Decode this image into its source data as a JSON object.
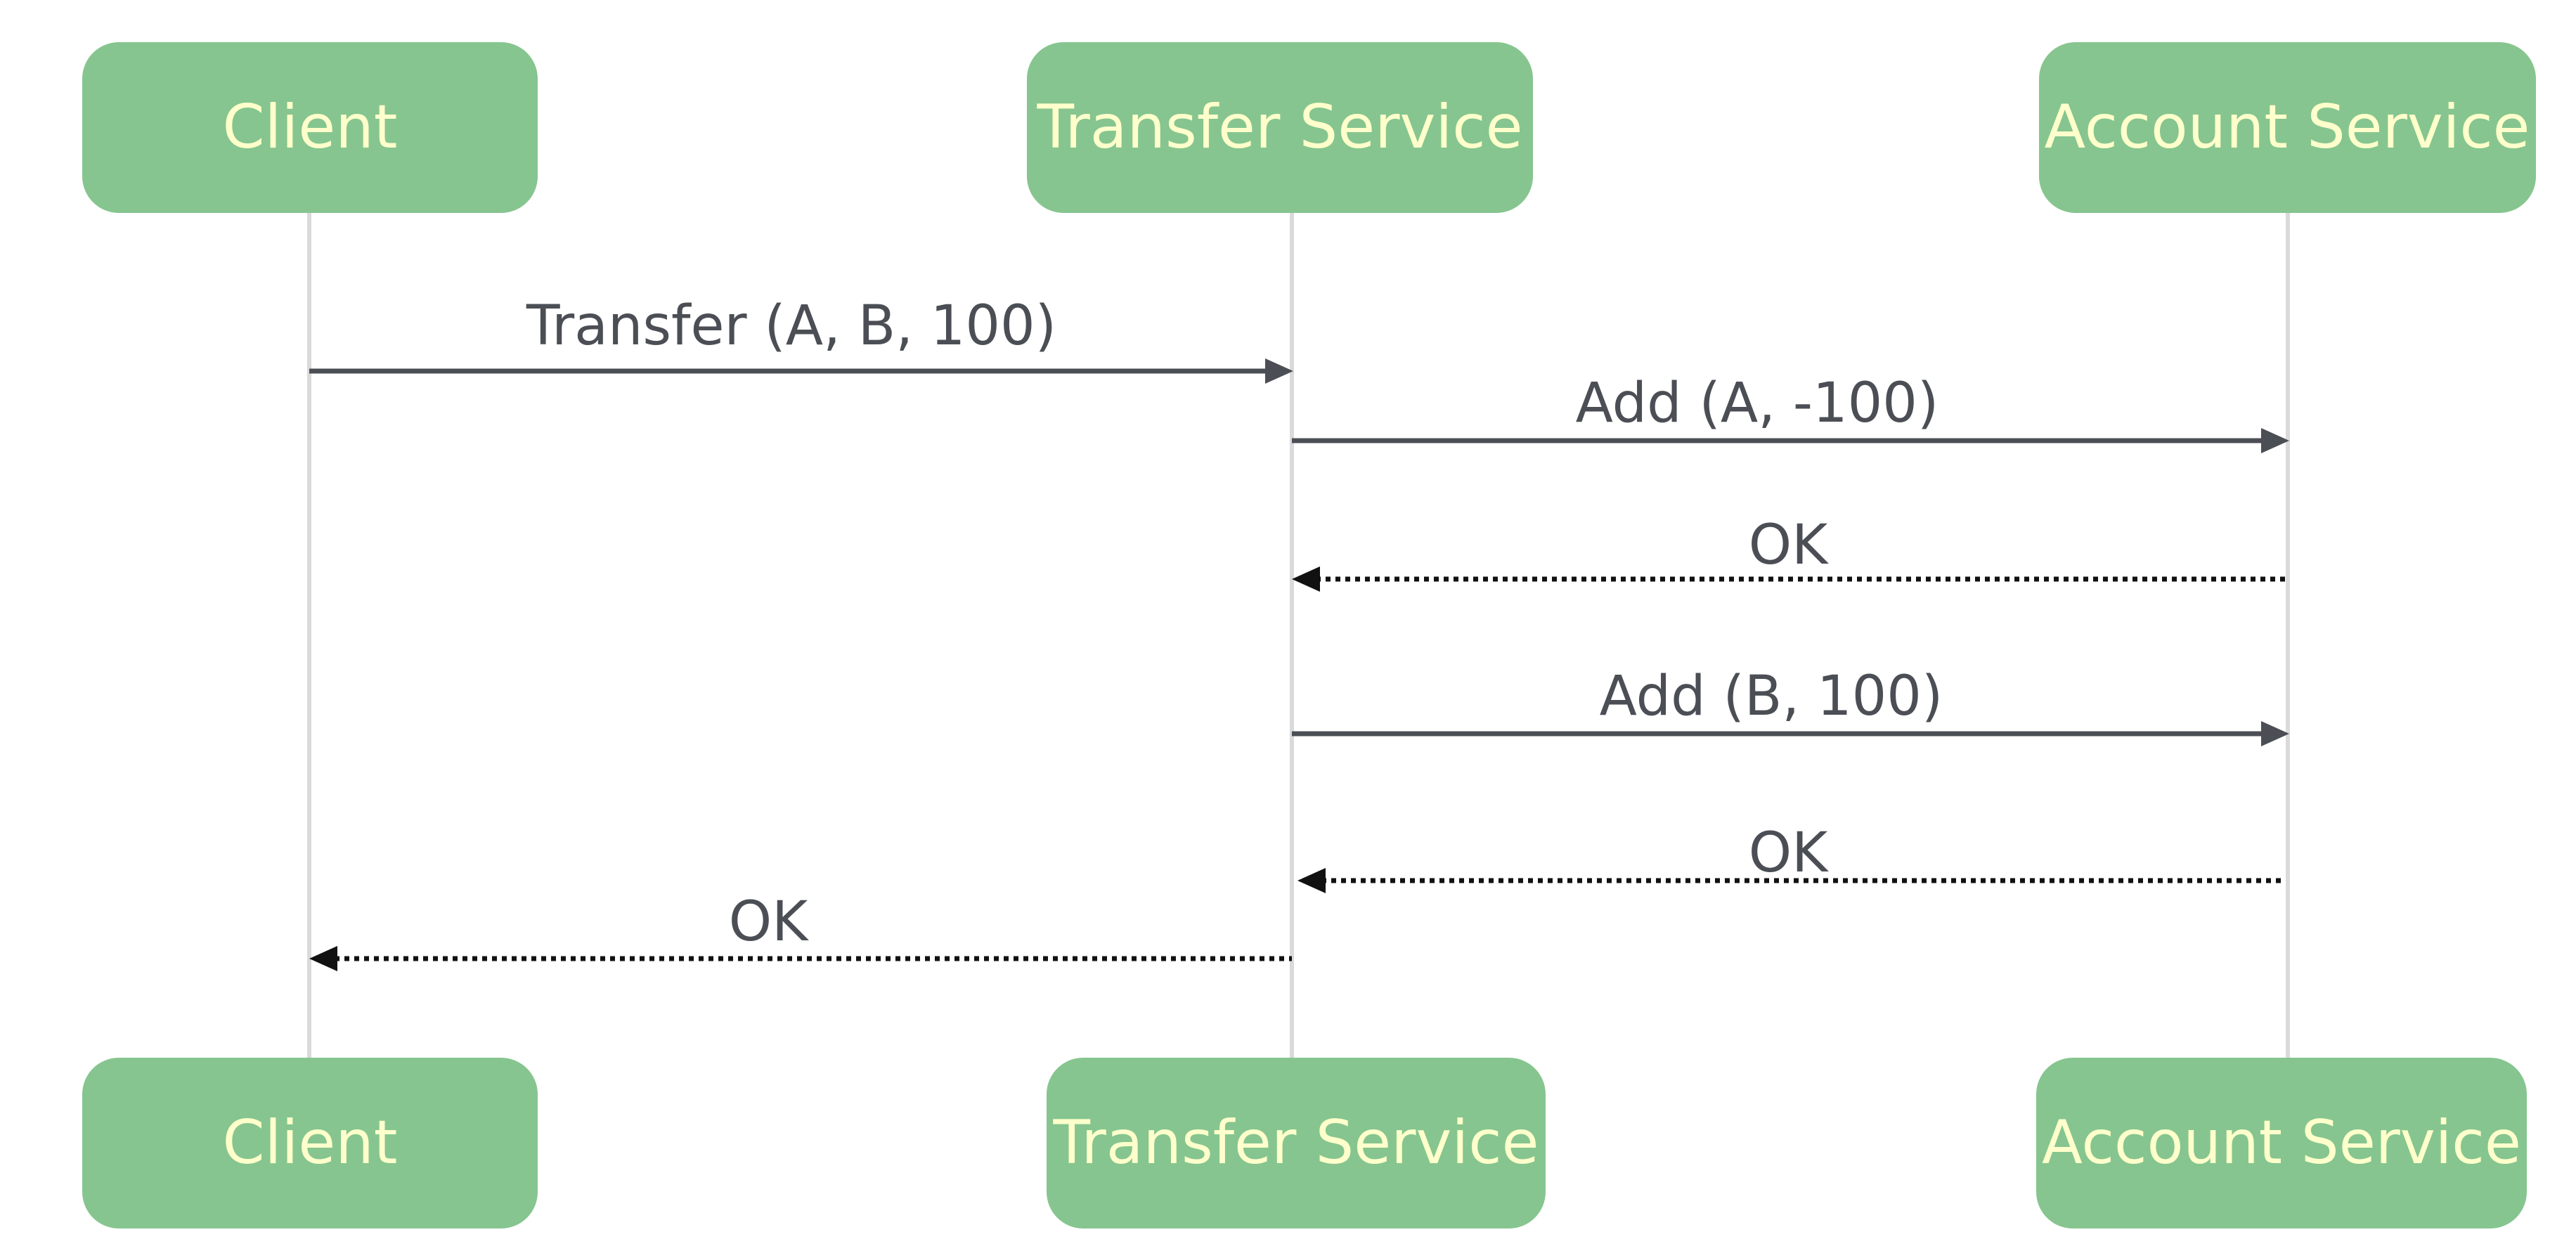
{
  "colors": {
    "participant_fill": "#86c58f",
    "participant_text": "#ffffcc",
    "lifeline": "#dadada",
    "message": "#4b4f55",
    "reply": "#111111"
  },
  "participants": [
    {
      "id": "client",
      "label": "Client"
    },
    {
      "id": "transfer",
      "label": "Transfer Service"
    },
    {
      "id": "account",
      "label": "Account Service"
    }
  ],
  "messages": [
    {
      "from": "client",
      "to": "transfer",
      "label": "Transfer (A, B, 100)",
      "kind": "call"
    },
    {
      "from": "transfer",
      "to": "account",
      "label": "Add (A, -100)",
      "kind": "call"
    },
    {
      "from": "account",
      "to": "transfer",
      "label": "OK",
      "kind": "reply"
    },
    {
      "from": "transfer",
      "to": "account",
      "label": "Add (B, 100)",
      "kind": "call"
    },
    {
      "from": "account",
      "to": "transfer",
      "label": "OK",
      "kind": "reply"
    },
    {
      "from": "transfer",
      "to": "client",
      "label": "OK",
      "kind": "reply"
    }
  ]
}
